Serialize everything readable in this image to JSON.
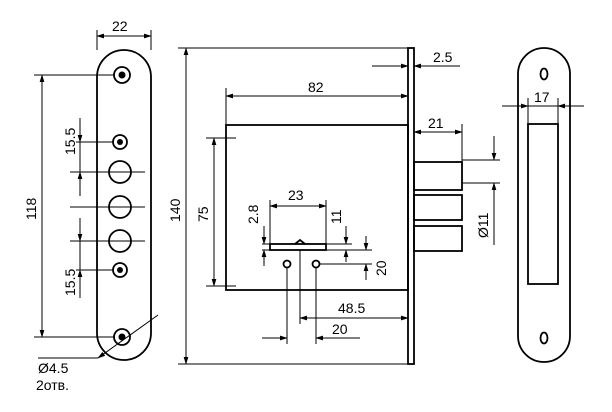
{
  "dimensions": {
    "front_width": "22",
    "front_height": "118",
    "hole_spacing_top": "15.5",
    "hole_spacing_bottom": "15.5",
    "hole_diameter": "Ø4.5",
    "hole_count": "2отв.",
    "lock_height": "140",
    "faceplate_thickness": "2.5",
    "body_depth": "82",
    "body_height": "75",
    "bolt_projection": "21",
    "bolt_diameter": "Ø11",
    "keyhole_width": "23",
    "keyhole_slot": "2.8",
    "keyhole_offset": "11",
    "keyhole_vertical": "20",
    "backset": "48.5",
    "keyhole_horizontal": "20",
    "strike_width": "17"
  }
}
